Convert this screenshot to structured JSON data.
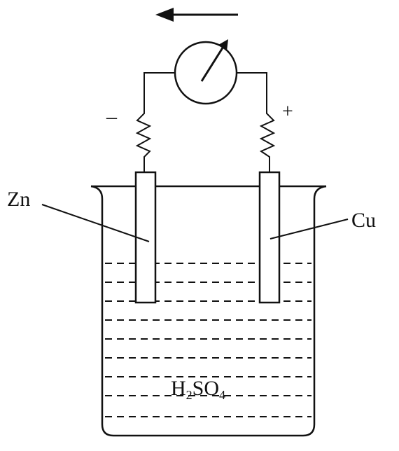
{
  "labels": {
    "negative": "–",
    "positive": "+",
    "anode": "Zn",
    "cathode": "Cu",
    "electrolyte": {
      "h": "H",
      "h_sub": "2",
      "so": "SO",
      "so_sub": "4"
    }
  },
  "colors": {
    "ink": "#111111",
    "background": "#ffffff"
  }
}
